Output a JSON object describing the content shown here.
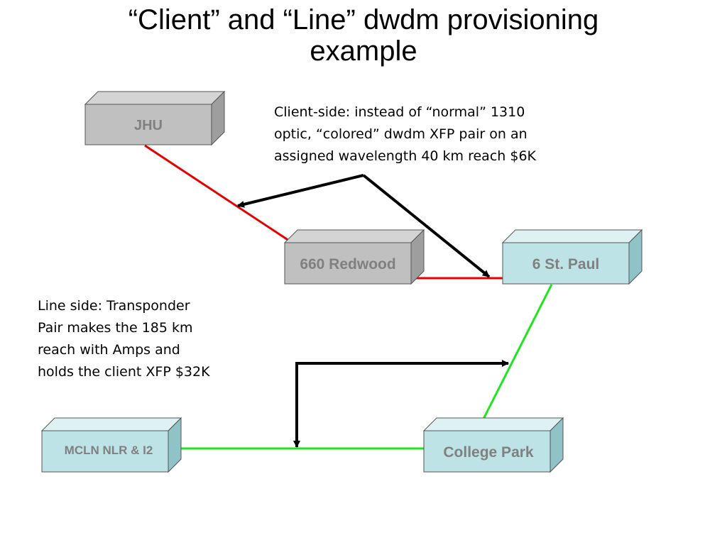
{
  "title": {
    "line1": "“Client” and “Line” dwdm provisioning",
    "line2": "example"
  },
  "nodes": {
    "jhu": "JHU",
    "redwood": "660 Redwood",
    "stpaul": "6 St. Paul",
    "mcln": "MCLN NLR & I2",
    "college_park": "College Park"
  },
  "notes": {
    "client_side": [
      "Client-side: instead of “normal” 1310",
      "optic, “colored” dwdm XFP pair on an",
      "assigned wavelength 40 km reach $6K"
    ],
    "line_side": [
      "Line side: Transponder",
      "Pair makes the 185 km",
      "reach with Amps and",
      "holds the client XFP $32K"
    ]
  },
  "colors": {
    "gray_box": "#c0c0c0",
    "teal_box": "#bde3e6",
    "gray_text": "#808080",
    "client_link": "#e60000",
    "line_link": "#1ee61e",
    "arrow": "#000000"
  }
}
